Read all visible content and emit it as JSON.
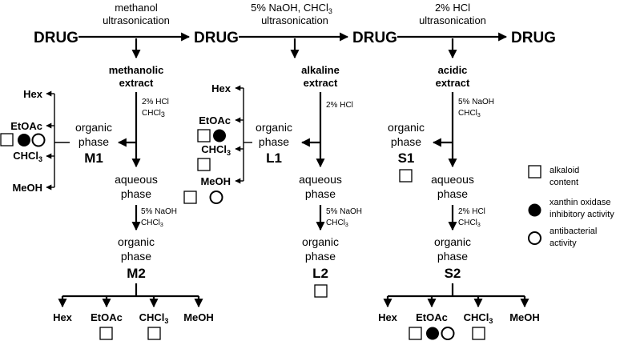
{
  "drug_label": "DRUG",
  "steps": [
    {
      "line1": "methanol",
      "line2": "ultrasonication"
    },
    {
      "line1": "5% NaOH, CHCl",
      "line1_sub": "3",
      "line2": "ultrasonication"
    },
    {
      "line1": "2% HCl",
      "line2": "ultrasonication"
    }
  ],
  "extracts": [
    {
      "line1": "methanolic",
      "line2": "extract"
    },
    {
      "line1": "alkaline",
      "line2": "extract"
    },
    {
      "line1": "acidic",
      "line2": "extract"
    }
  ],
  "reagents": {
    "hcl_2": "2% HCl",
    "naoh_5": "5% NaOH",
    "chcl": "CHCl",
    "sub3": "3"
  },
  "phases": {
    "organic_line1": "organic",
    "organic_line2": "phase",
    "aqueous_line1": "aqueous",
    "aqueous_line2": "phase"
  },
  "codes": {
    "m1": "M1",
    "m2": "M2",
    "l1": "L1",
    "l2": "L2",
    "s1": "S1",
    "s2": "S2"
  },
  "solvents": {
    "hex": "Hex",
    "etoac": "EtOAc",
    "chcl3": "CHCl",
    "meoh": "MeOH"
  },
  "legend": {
    "alkaloid": {
      "line1": "alkaloid",
      "line2": "content"
    },
    "xo": {
      "line1": "xanthin oxidase",
      "line2": "inhibitory activity"
    },
    "antibacterial": {
      "line1": "antibacterial",
      "line2": "activity"
    }
  },
  "icons": {
    "alkaloid": "open-square",
    "xanthine_oxidase": "filled-circle",
    "antibacterial": "open-circle"
  }
}
